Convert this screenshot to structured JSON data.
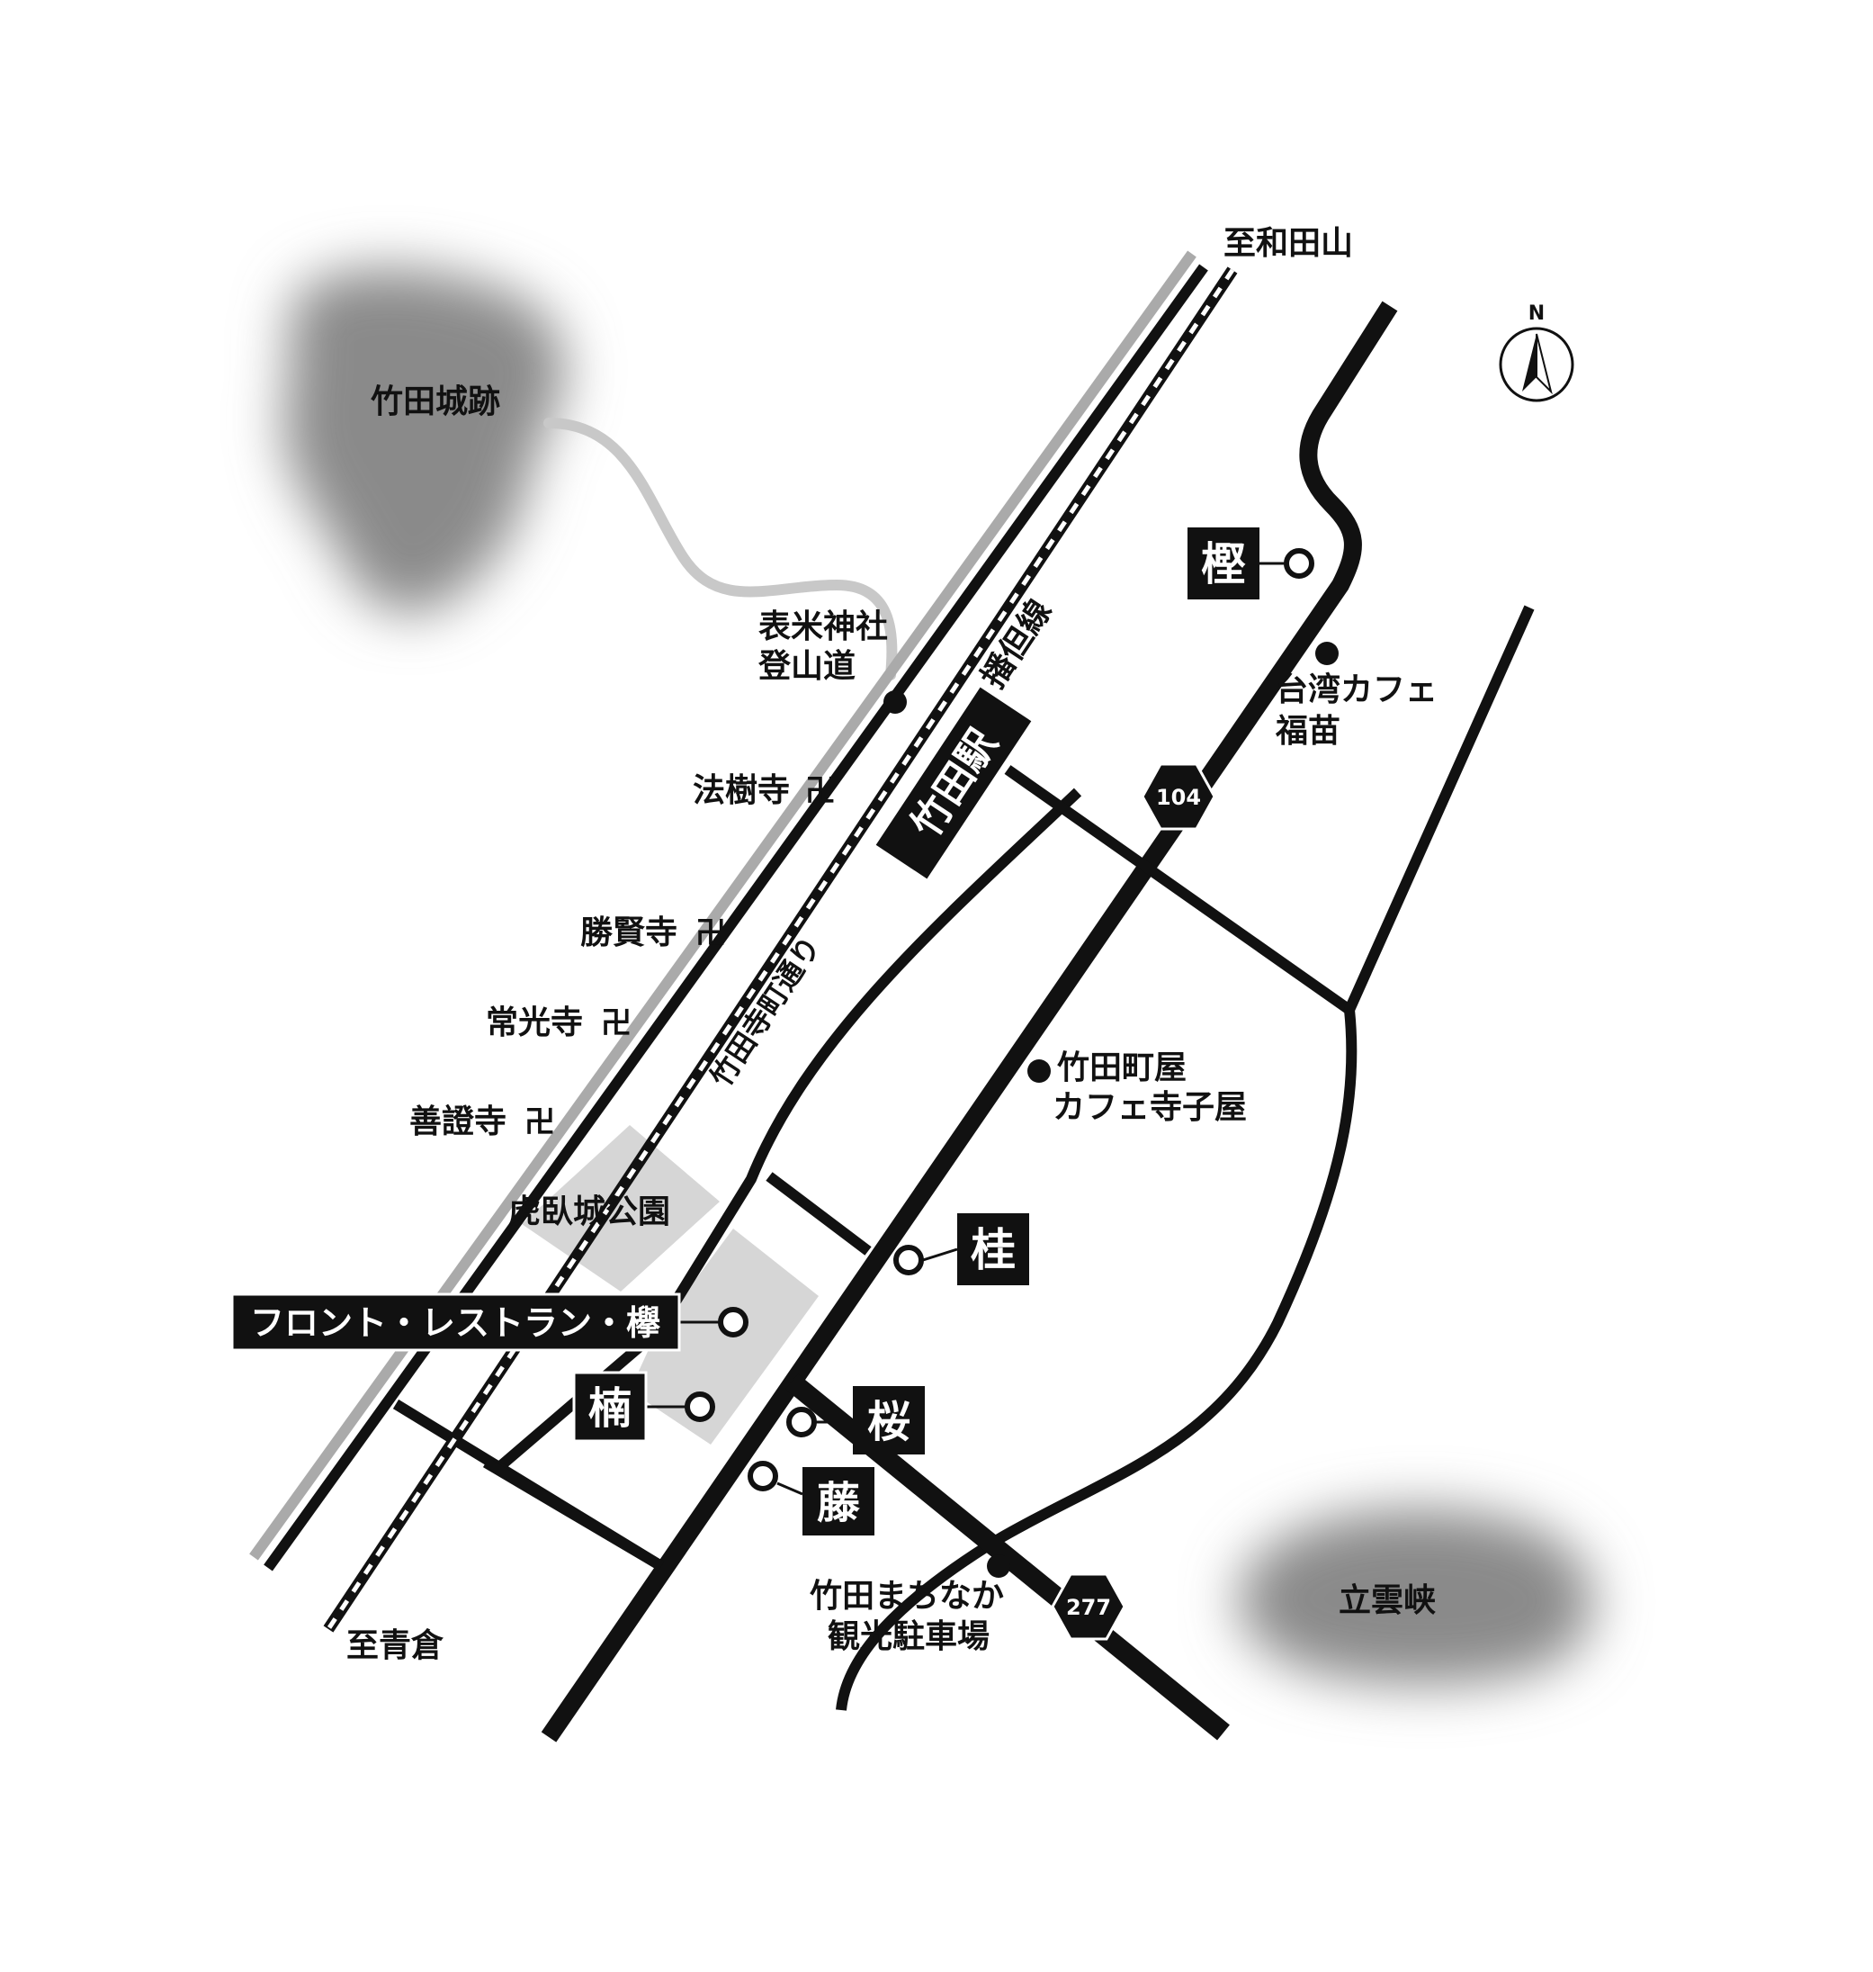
{
  "map": {
    "compass": {
      "label": "N"
    },
    "areas": {
      "castle": "竹田城跡",
      "gorge": "立雲峡",
      "park": "虎臥城公園"
    },
    "directions": {
      "north": "至和田山",
      "south": "至青倉"
    },
    "railway": {
      "line_name": "播但線",
      "station": "竹田駅"
    },
    "streets": {
      "temple_street": "竹田寺町通り"
    },
    "route_shields": {
      "r104": "104",
      "r277": "277"
    },
    "temples": [
      {
        "name": "法樹寺",
        "symbol": "卍"
      },
      {
        "name": "勝賢寺",
        "symbol": "卍"
      },
      {
        "name": "常光寺",
        "symbol": "卍"
      },
      {
        "name": "善證寺",
        "symbol": "卍"
      }
    ],
    "pois": {
      "trail": [
        "表米神社",
        "登山道"
      ],
      "cafe_fukunae": [
        "台湾カフェ",
        "福苗"
      ],
      "cafe_terakoya": [
        "竹田町屋",
        "カフェ寺子屋"
      ],
      "parking": [
        "竹田まちなか",
        "観光駐車場"
      ]
    },
    "properties": {
      "kashi": "樫",
      "katsura": "桂",
      "front": "フロント・レストラン・欅",
      "kusunoki": "楠",
      "sakura": "桜",
      "fuji": "藤"
    },
    "colors": {
      "road": "#111111",
      "river": "#aaaaaa",
      "park_fill": "#d6d6d6",
      "label_box": "#111111"
    }
  }
}
